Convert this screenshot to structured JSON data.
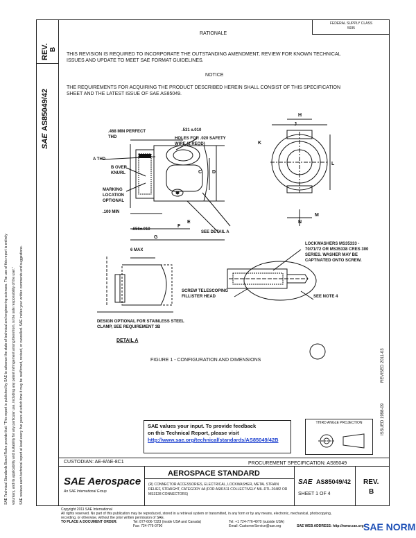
{
  "side_notes": {
    "line1": "SAE Technical Standards Board Rules provide that: \"This report is published by SAE to advance the state of technical and engineering sciences. The use of this report is entirely",
    "line2": "voluntary, and its applicability and suitability for any particular use, including any patent infringement arising therefrom, is the sole responsibility of the user.\"",
    "line3": "SAE reviews each technical report at least every five years at which time it may be reaffirmed, revised, or cancelled. SAE invites your written comments and suggestions."
  },
  "left_column": {
    "rev_label": "REV.",
    "rev_value": "B",
    "doc_number": "AS85049/42",
    "logo_text": "SAE"
  },
  "header": {
    "rationale": "RATIONALE",
    "federal_code": "FEDERAL SUPPLY CLASS",
    "federal_code_value": "5935",
    "para1": "THIS REVISION IS REQUIRED TO INCORPORATE THE OUTSTANDING AMENDMENT, REVIEW FOR KNOWN TECHNICAL ISSUES AND UPDATE TO MEET SAE FORMAT GUIDELINES.",
    "notice": "NOTICE",
    "para2": "THE REQUIREMENTS FOR ACQUIRING THE PRODUCT DESCRIBED HEREIN SHALL CONSIST OF THIS SPECIFICATION SHEET AND THE LATEST ISSUE OF SAE AS85049."
  },
  "drawing": {
    "dim_531": ".531 ±.010",
    "dim_468": ".468 MIN PERFECT THD",
    "holes_note": "HOLES FOR .020 SAFETY WIRE (2 REQD)",
    "a_thd": "A THD",
    "b_over_knurl": "B OVER KNURL",
    "marking": "MARKING LOCATION OPTIONAL",
    "dim_100": ".100 MIN",
    "dim_656": ".656±.010",
    "see_detail_a": "SEE DETAIL A",
    "letter_c": "C",
    "letter_d": "D",
    "letter_e": "E",
    "letter_f": "F",
    "letter_g": "G",
    "letter_h": "H",
    "letter_j": "J",
    "letter_k": "K",
    "letter_l": "L",
    "letter_m": "M",
    "letter_n": "N",
    "six_max": "6 MAX",
    "lockwashers": "LOCKWASHERS MS35333 - 70/71/72 OR MS35338 CRES 300 SERIES. WASHER MAY BE CAPTIVATED ONTO SCREW.",
    "screw_note": "SCREW TELESCOPING FILLISTER HEAD",
    "see_note_4": "SEE NOTE 4",
    "design_optional": "DESIGN OPTIONAL FOR STAINLESS STEEL CLAMP, SEE REQUIREMENT 3B",
    "detail_a": "DETAIL A",
    "figure_caption": "FIGURE 1 - CONFIGURATION AND DIMENSIONS"
  },
  "right_margin": {
    "revised": "REVISED 2011-03",
    "issued": "ISSUED 1998-09",
    "third_angle": "THIRD ANGLE PROJECTION"
  },
  "feedback": {
    "line1": "SAE values your input. To provide feedback",
    "line2": "on this Technical Report, please visit",
    "link": "http://www.sae.org/technical/standards/AS85049/42B"
  },
  "bottom": {
    "custodian": "CUSTODIAN: AE-8/AE-8C1",
    "procurement": "PROCUREMENT SPECIFICATION: AS85049",
    "brand": "SAE Aerospace",
    "brand_sub": "An SAE International Group",
    "standard_title": "AEROSPACE STANDARD",
    "description": "(R) CONNECTOR ACCESSORIES, ELECTRICAL, LOCKWASHER, METAL STRAIN RELIEF, STRAIGHT, CATEGORY 4A (FOR AS81511 COLLECTIVELY MIL-DTL-26482 OR MS3128 CONNECTORS)",
    "sae_mark": "SAE",
    "doc_number": "AS85049/42",
    "sheet": "SHEET 1 OF 4",
    "rev_label": "REV.",
    "rev_value": "B"
  },
  "copyright": {
    "line1": "Copyright 2011 SAE International",
    "line2": "All rights reserved. No part of this publication may be reproduced, stored in a retrieval system or transmitted, in any form or by any means, electronic, mechanical, photocopying,",
    "line3": "recording, or otherwise, without the prior written permission of SAE.",
    "order_label": "TO PLACE A DOCUMENT ORDER:",
    "tel1": "Tel: 877-606-7323 (inside USA and Canada)",
    "tel2": "Tel: +1 724-776-4970 (outside USA)",
    "fax": "Fax: 724-776-0790",
    "email": "Email: CustomerService@sae.org",
    "web": "SAE WEB ADDRESS: http://www.sae.org"
  },
  "watermark": "SAE NORM"
}
